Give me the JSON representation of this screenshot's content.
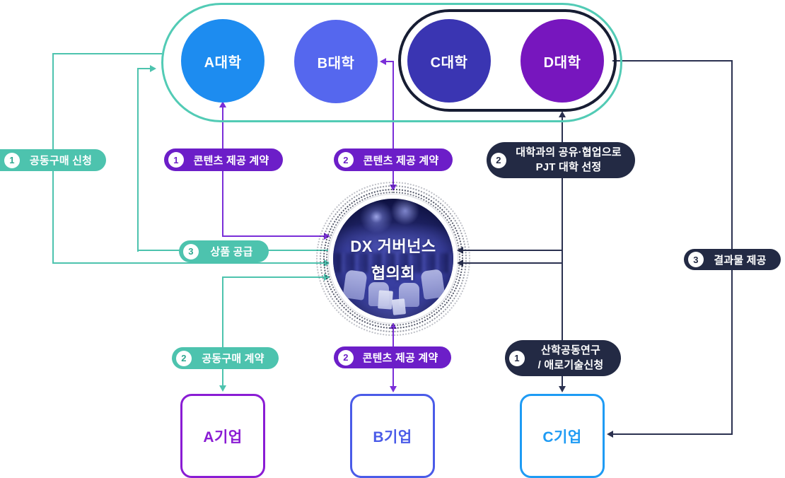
{
  "palette": {
    "teal": "#4dc3ae",
    "purple_pill": "#6c1ec8",
    "purple_line": "#7a2ed8",
    "dark_navy": "#232a44",
    "univ_a": "#1d8cf0",
    "univ_b": "#5567ee",
    "univ_c": "#3a35b2",
    "univ_d": "#7716be",
    "comp_a": "#8a1cd4",
    "comp_b": "#4a5be8",
    "comp_c": "#1e9bf4"
  },
  "universities": [
    {
      "label": "A대학"
    },
    {
      "label": "B대학"
    },
    {
      "label": "C대학"
    },
    {
      "label": "D대학"
    }
  ],
  "companies": [
    {
      "label": "A기업"
    },
    {
      "label": "B기업"
    },
    {
      "label": "C기업"
    }
  ],
  "center": {
    "title_line1": "DX 거버넌스",
    "title_line2": "협의회"
  },
  "flows": {
    "joint_purchase_request": {
      "num": "1",
      "label": "공동구매 신청"
    },
    "content_contract_a": {
      "num": "1",
      "label": "콘텐츠 제공 계약"
    },
    "content_contract_b_univ": {
      "num": "2",
      "label": "콘텐츠 제공 계약"
    },
    "pjt_selection": {
      "num": "2",
      "label_line1": "대학과의 공유·협업으로",
      "label_line2": "PJT 대학 선정"
    },
    "product_supply": {
      "num": "3",
      "label": "상품 공급"
    },
    "result_delivery": {
      "num": "3",
      "label": "결과물 제공"
    },
    "joint_purchase_contract": {
      "num": "2",
      "label": "공동구매 계약"
    },
    "content_contract_b_comp": {
      "num": "2",
      "label": "콘텐츠 제공 계약"
    },
    "industry_research": {
      "num": "1",
      "label_line1": "산학공동연구",
      "label_line2": "/ 애로기술신청"
    }
  }
}
